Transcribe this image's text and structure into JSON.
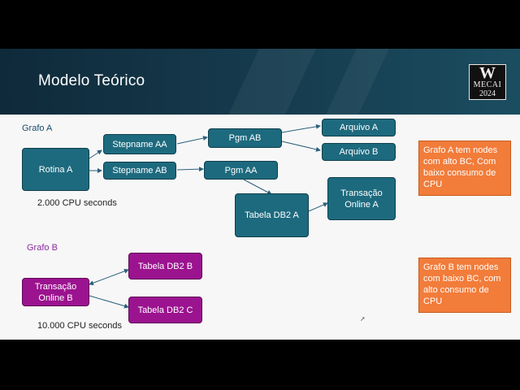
{
  "slide": {
    "title": "Modelo Teórico",
    "logo": {
      "mark": "W",
      "line1": "MECAI",
      "line2": "2024"
    }
  },
  "graph_a": {
    "label": "Grafo A",
    "nodes": {
      "rotina_a": "Rotina A",
      "stepname_aa": "Stepname AA",
      "stepname_ab": "Stepname AB",
      "pgm_ab": "Pgm AB",
      "pgm_aa": "Pgm AA",
      "arquivo_a": "Arquivo A",
      "arquivo_b": "Arquivo B",
      "tabela_db2_a": "Tabela DB2 A",
      "transacao_online_a": "Transação Online A"
    },
    "cpu": "2.000 CPU seconds",
    "note": "Grafo A tem nodes com alto BC, Com baixo consumo de CPU"
  },
  "graph_b": {
    "label": "Grafo B",
    "nodes": {
      "transacao_online_b": "Transação Online B",
      "tabela_db2_b": "Tabela DB2 B",
      "tabela_db2_c": "Tabela DB2 C"
    },
    "cpu": "10.000 CPU seconds",
    "note": "Grafo B tem nodes com baixo BC, com alto consumo de CPU"
  },
  "colors": {
    "node_graph_a": "#1d6a7e",
    "node_graph_b": "#9b138f",
    "note_fill": "#f27c3a",
    "header": "#15394b"
  }
}
